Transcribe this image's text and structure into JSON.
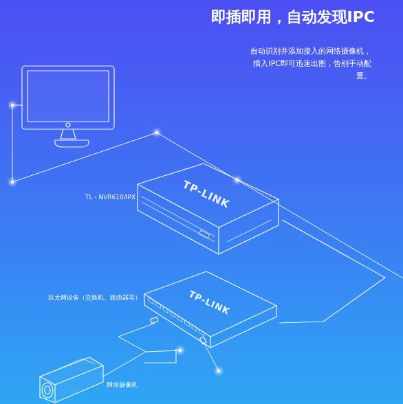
{
  "diagram": {
    "title": "即插即用，自动发现IPC",
    "caption": "自动识别并添加接入的网络摄像机， 插入IPC即可迅速出图，告别手动配置。",
    "nodes": [
      {
        "text": [
          "TL - NVR6104PX"
        ]
      },
      {
        "text": [
          "以太网设备（交换机、路由器等）"
        ]
      },
      {
        "text": [
          "网络摄像机"
        ]
      }
    ],
    "edges": [
      {
        "from": 0,
        "to": 1,
        "arrow": "none"
      },
      {
        "from": 1,
        "to": 2,
        "arrow": "none"
      }
    ],
    "labels": [
      "TP-LINK",
      "TP-LINK"
    ]
  }
}
